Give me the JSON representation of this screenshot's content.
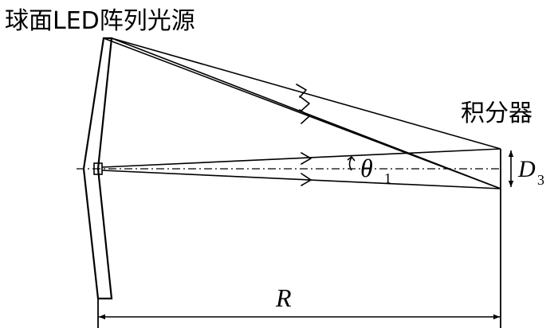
{
  "labels": {
    "source": "球面LED阵列光源",
    "integrator": "积分器",
    "angle_symbol": "θ",
    "angle_subscript": "1",
    "diameter_symbol": "D",
    "diameter_subscript": "3",
    "radius_symbol": "R"
  },
  "colors": {
    "stroke": "#000000",
    "background": "#ffffff"
  }
}
